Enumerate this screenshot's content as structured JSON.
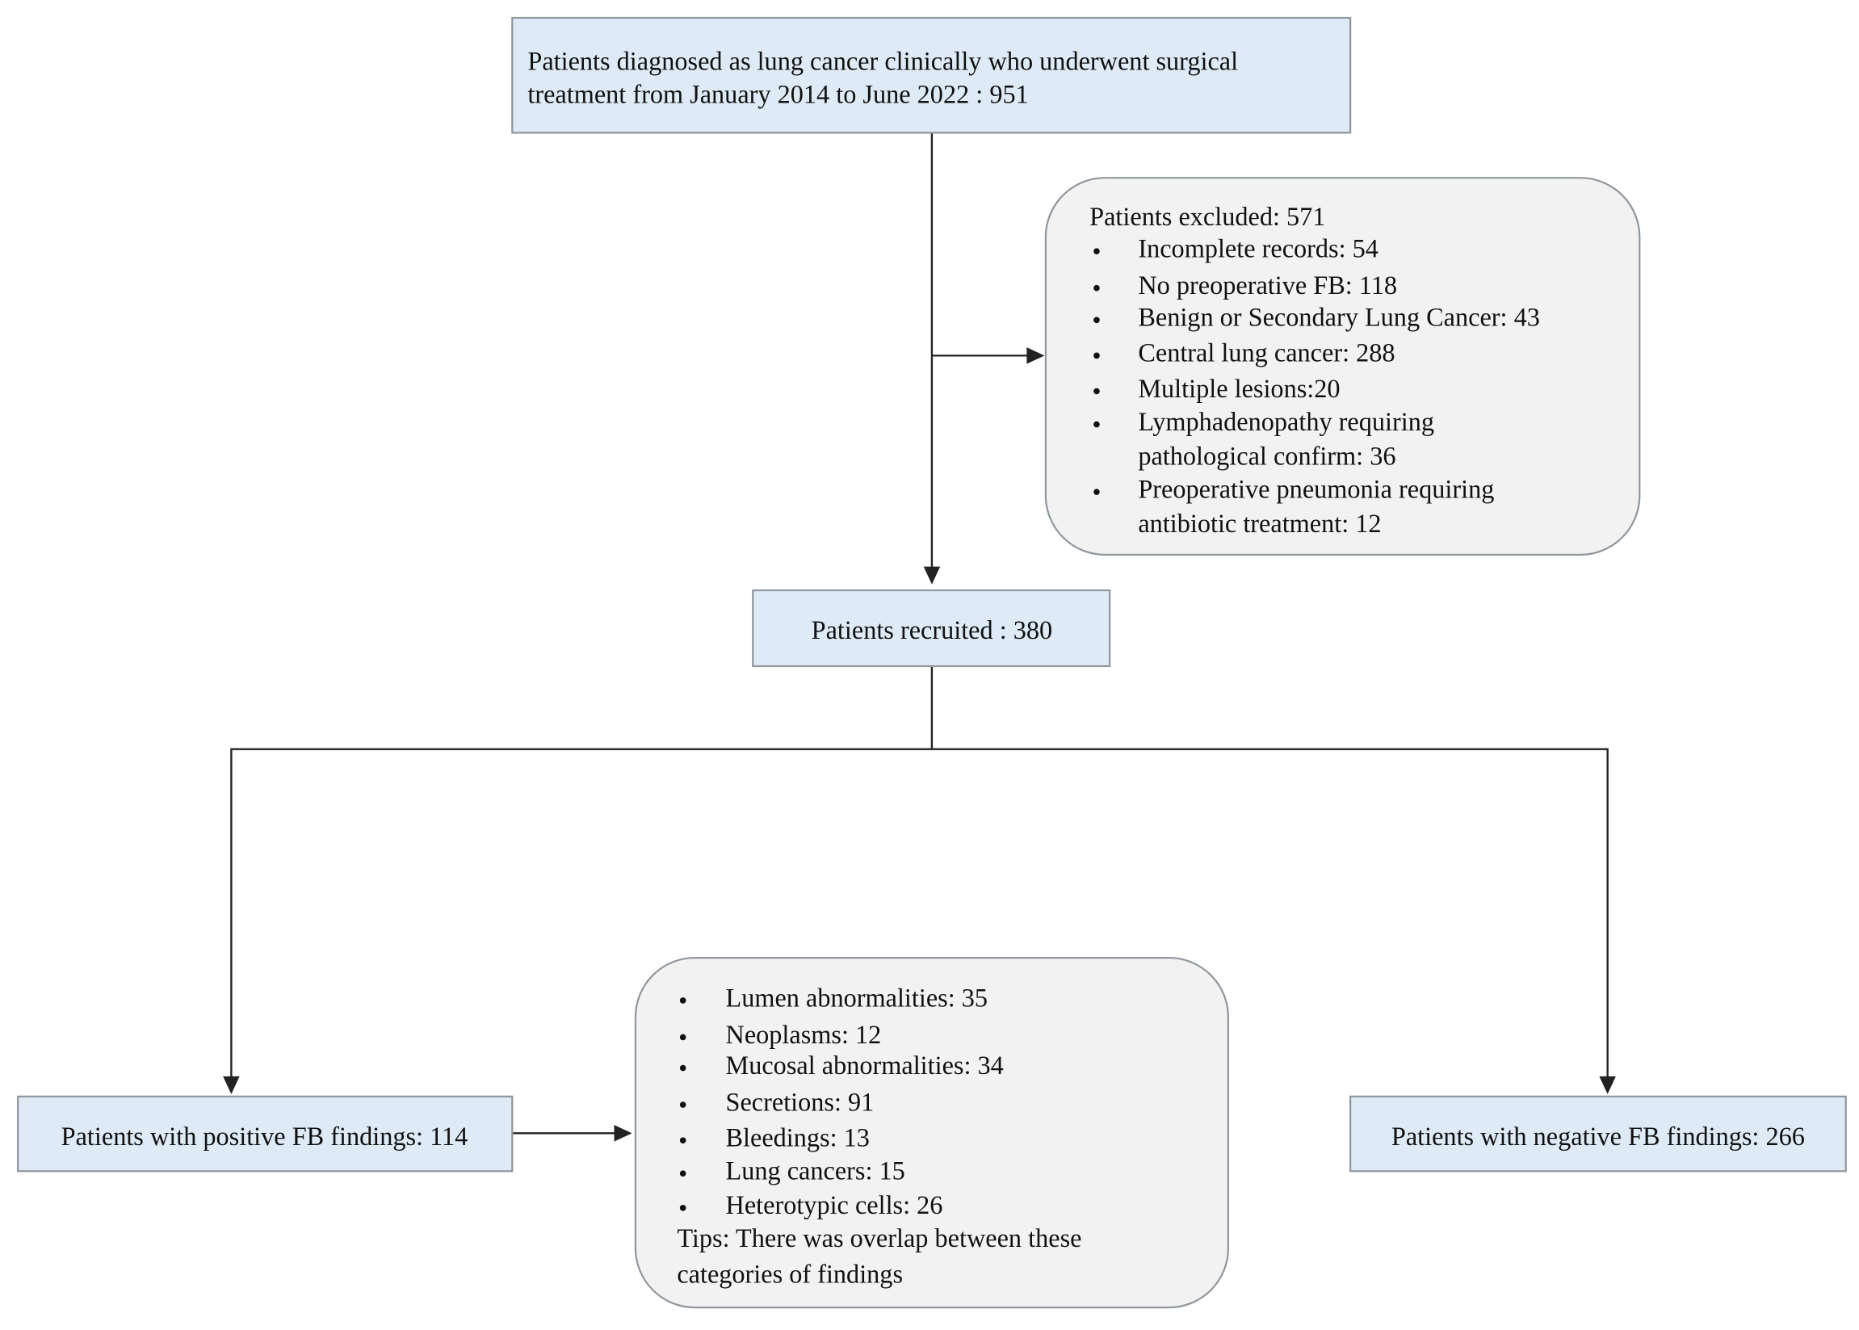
{
  "colors": {
    "process_box_fill": "#deeaf6",
    "note_box_fill": "#f2f2f2",
    "border": "#8f969c",
    "connector": "#222222"
  },
  "nodes": {
    "diagnosed": {
      "lines": [
        "Patients diagnosed as lung cancer clinically who underwent surgical",
        "treatment from January 2014 to June 2022 : 951"
      ]
    },
    "excluded": {
      "title": "Patients excluded: 571",
      "items": [
        [
          "Incomplete records: 54"
        ],
        [
          "No preoperative FB: 118"
        ],
        [
          "Benign or Secondary Lung Cancer: 43"
        ],
        [
          "Central lung cancer: 288"
        ],
        [
          "Multiple lesions:20"
        ],
        [
          "Lymphadenopathy requiring",
          "pathological confirm: 36"
        ],
        [
          "Preoperative pneumonia requiring",
          "antibiotic treatment: 12"
        ]
      ]
    },
    "recruited": {
      "label": "Patients recruited : 380"
    },
    "positive": {
      "label": "Patients with positive FB findings: 114"
    },
    "negative": {
      "label": "Patients with negative FB findings: 266"
    },
    "findings": {
      "items": [
        "Lumen abnormalities: 35",
        "Neoplasms: 12",
        "Mucosal abnormalities: 34",
        "Secretions: 91",
        "Bleedings: 13",
        "Lung cancers: 15",
        "Heterotypic cells: 26"
      ],
      "tips": [
        "Tips: There was overlap between these",
        "categories of findings"
      ]
    }
  }
}
